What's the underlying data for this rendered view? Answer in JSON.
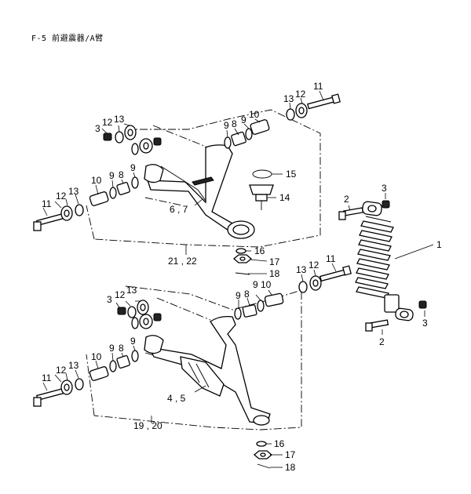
{
  "header": {
    "title": "F-5 前避震器/A臂"
  },
  "callouts": [
    {
      "id": "c11a",
      "text": "11"
    },
    {
      "id": "c12a",
      "text": "12"
    },
    {
      "id": "c13a",
      "text": "13"
    },
    {
      "id": "c9a",
      "text": "9"
    },
    {
      "id": "c8a",
      "text": "8"
    },
    {
      "id": "c9b",
      "text": "9"
    },
    {
      "id": "c10a",
      "text": "10"
    },
    {
      "id": "c3a",
      "text": "3"
    },
    {
      "id": "c12b",
      "text": "12"
    },
    {
      "id": "c13b",
      "text": "13"
    },
    {
      "id": "c10b",
      "text": "10"
    },
    {
      "id": "c9c",
      "text": "9"
    },
    {
      "id": "c8b",
      "text": "8"
    },
    {
      "id": "c9d",
      "text": "9"
    },
    {
      "id": "c11b",
      "text": "11"
    },
    {
      "id": "c12c",
      "text": "12"
    },
    {
      "id": "c13c",
      "text": "13"
    },
    {
      "id": "c15",
      "text": "15"
    },
    {
      "id": "c14",
      "text": "14"
    },
    {
      "id": "c67",
      "text": "6 , 7"
    },
    {
      "id": "c16a",
      "text": "16"
    },
    {
      "id": "c2122",
      "text": "21 , 22"
    },
    {
      "id": "c17a",
      "text": "17"
    },
    {
      "id": "c18a",
      "text": "18"
    },
    {
      "id": "c3b",
      "text": "3"
    },
    {
      "id": "c2a",
      "text": "2"
    },
    {
      "id": "c1",
      "text": "1"
    },
    {
      "id": "c3c",
      "text": "3"
    },
    {
      "id": "c2b",
      "text": "2"
    },
    {
      "id": "c13d",
      "text": "13"
    },
    {
      "id": "c12d",
      "text": "12"
    },
    {
      "id": "c11c",
      "text": "11"
    },
    {
      "id": "c9e",
      "text": "9"
    },
    {
      "id": "c8c",
      "text": "8"
    },
    {
      "id": "c9f",
      "text": "9"
    },
    {
      "id": "c10c",
      "text": "10"
    },
    {
      "id": "c3d",
      "text": "3"
    },
    {
      "id": "c12e",
      "text": "12"
    },
    {
      "id": "c13e",
      "text": "13"
    },
    {
      "id": "c10d",
      "text": "10"
    },
    {
      "id": "c9g",
      "text": "9"
    },
    {
      "id": "c8d",
      "text": "8"
    },
    {
      "id": "c9h",
      "text": "9"
    },
    {
      "id": "c11d",
      "text": "11"
    },
    {
      "id": "c12f",
      "text": "12"
    },
    {
      "id": "c13f",
      "text": "13"
    },
    {
      "id": "c45",
      "text": "4 , 5"
    },
    {
      "id": "c1920",
      "text": "19 , 20"
    },
    {
      "id": "c16b",
      "text": "16"
    },
    {
      "id": "c17b",
      "text": "17"
    },
    {
      "id": "c18b",
      "text": "18"
    }
  ]
}
